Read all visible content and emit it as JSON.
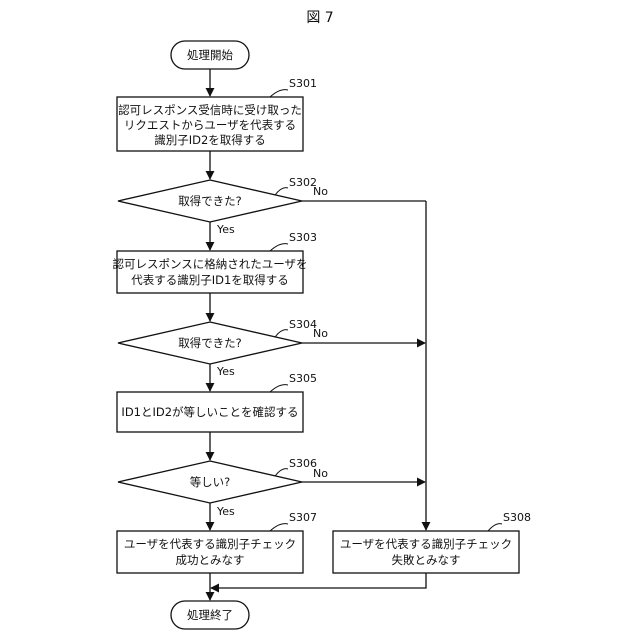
{
  "figure": {
    "label": "図 7"
  },
  "start": {
    "label": "処理開始"
  },
  "end": {
    "label": "処理終了"
  },
  "s301": {
    "step": "S301",
    "lines": [
      "認可レスポンス受信時に受け取った",
      "リクエストからユーザを代表する",
      "識別子ID2を取得する"
    ]
  },
  "s302": {
    "step": "S302",
    "question": "取得できた?",
    "yes": "Yes",
    "no": "No"
  },
  "s303": {
    "step": "S303",
    "lines": [
      "認可レスポンスに格納されたユーザを",
      "代表する識別子ID1を取得する"
    ]
  },
  "s304": {
    "step": "S304",
    "question": "取得できた?",
    "yes": "Yes",
    "no": "No"
  },
  "s305": {
    "step": "S305",
    "lines": [
      "ID1とID2が等しいことを確認する"
    ]
  },
  "s306": {
    "step": "S306",
    "question": "等しい?",
    "yes": "Yes",
    "no": "No"
  },
  "s307": {
    "step": "S307",
    "lines": [
      "ユーザを代表する識別子チェック",
      "成功とみなす"
    ]
  },
  "s308": {
    "step": "S308",
    "lines": [
      "ユーザを代表する識別子チェック",
      "失敗とみなす"
    ]
  }
}
